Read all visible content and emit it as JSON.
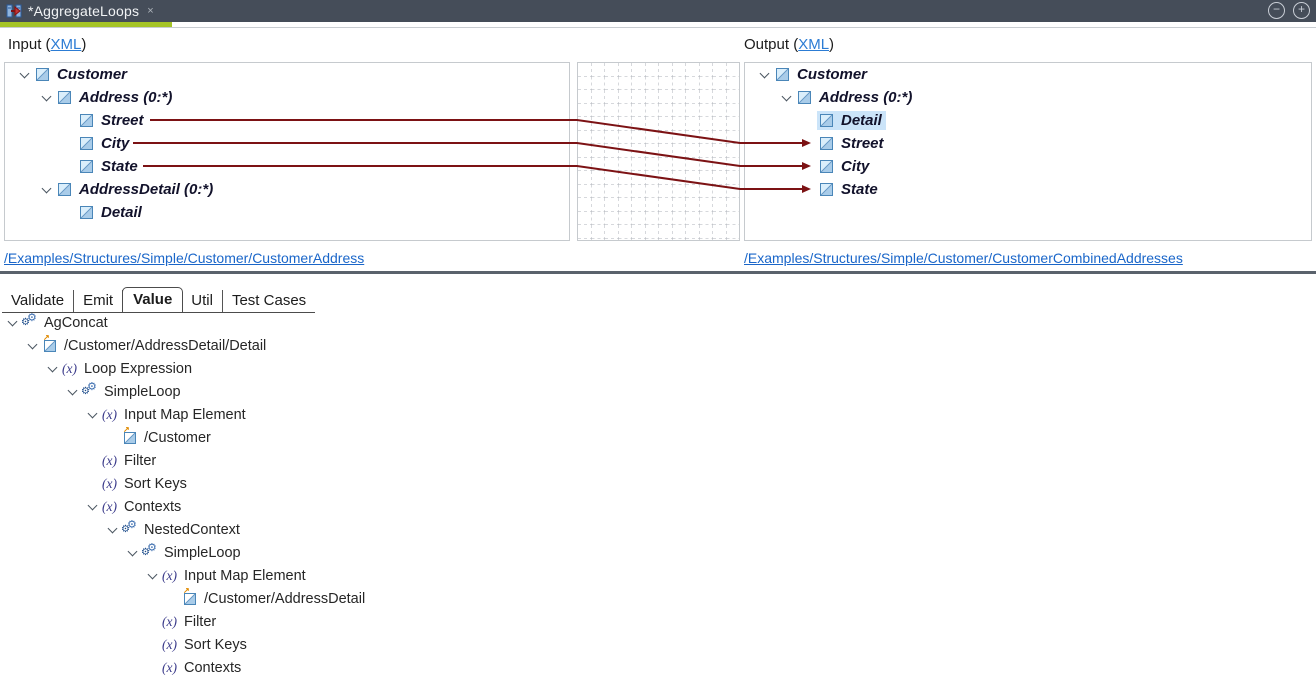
{
  "window": {
    "tab_title": "*AggregateLoops",
    "close_glyph": "×",
    "minimize_glyph": "−",
    "maximize_glyph": "+"
  },
  "headers": {
    "input_prefix": "Input (",
    "output_prefix": "Output (",
    "xml_label": "XML",
    "suffix": ")"
  },
  "input_tree": {
    "rows": [
      {
        "label": "Customer"
      },
      {
        "label": "Address (0:*)"
      },
      {
        "label": "Street"
      },
      {
        "label": "City"
      },
      {
        "label": "State"
      },
      {
        "label": "AddressDetail (0:*)"
      },
      {
        "label": "Detail"
      }
    ]
  },
  "output_tree": {
    "rows": [
      {
        "label": "Customer"
      },
      {
        "label": "Address (0:*)"
      },
      {
        "label": "Detail",
        "selected": true
      },
      {
        "label": "Street"
      },
      {
        "label": "City"
      },
      {
        "label": "State"
      }
    ]
  },
  "mappings": [
    {
      "from": "Street",
      "to": "Street"
    },
    {
      "from": "City",
      "to": "City"
    },
    {
      "from": "State",
      "to": "State"
    }
  ],
  "links": {
    "input_path": "/Examples/Structures/Simple/Customer/CustomerAddress",
    "output_path": "/Examples/Structures/Simple/Customer/CustomerCombinedAddresses"
  },
  "tabs": {
    "items": [
      {
        "label": "Validate"
      },
      {
        "label": "Emit"
      },
      {
        "label": "Value",
        "selected": true
      },
      {
        "label": "Util"
      },
      {
        "label": "Test Cases"
      }
    ]
  },
  "value_tree": {
    "rows": [
      {
        "label": "AgConcat"
      },
      {
        "label": "/Customer/AddressDetail/Detail"
      },
      {
        "label": "Loop Expression"
      },
      {
        "label": "SimpleLoop"
      },
      {
        "label": "Input Map Element"
      },
      {
        "label": "/Customer"
      },
      {
        "label": "Filter"
      },
      {
        "label": "Sort Keys"
      },
      {
        "label": "Contexts"
      },
      {
        "label": "NestedContext"
      },
      {
        "label": "SimpleLoop"
      },
      {
        "label": "Input Map Element"
      },
      {
        "label": "/Customer/AddressDetail"
      },
      {
        "label": "Filter"
      },
      {
        "label": "Sort Keys"
      },
      {
        "label": "Contexts"
      }
    ]
  },
  "icons": {
    "gears": "⚙",
    "fx": "(x)"
  },
  "colors": {
    "map_line": "#7c1214",
    "accent_green": "#a5c426",
    "titlebar": "#454d59",
    "link": "#1a66c9",
    "selection": "#cbe4f9"
  }
}
